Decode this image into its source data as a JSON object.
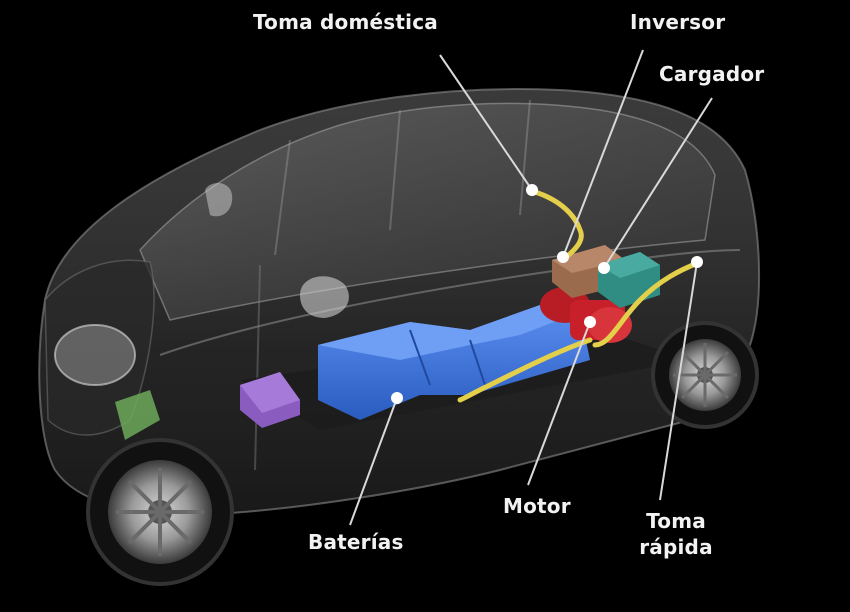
{
  "labels": {
    "toma_domestica": "Toma doméstica",
    "inversor": "Inversor",
    "cargador": "Cargador",
    "motor": "Motor",
    "baterias": "Baterías",
    "toma_rapida_line1": "Toma",
    "toma_rapida_line2": "rápida"
  },
  "colors": {
    "background": "#000000",
    "label_text": "#f2f2f2",
    "callout_line": "#d9d9d9",
    "battery": "#3b73d9",
    "motor": "#c8202a",
    "inverter": "#9a6b4c",
    "charger": "#2f8d84",
    "cable": "#e3cf4a",
    "purple_box": "#8a5cc0",
    "green_box": "#6ea95a"
  }
}
